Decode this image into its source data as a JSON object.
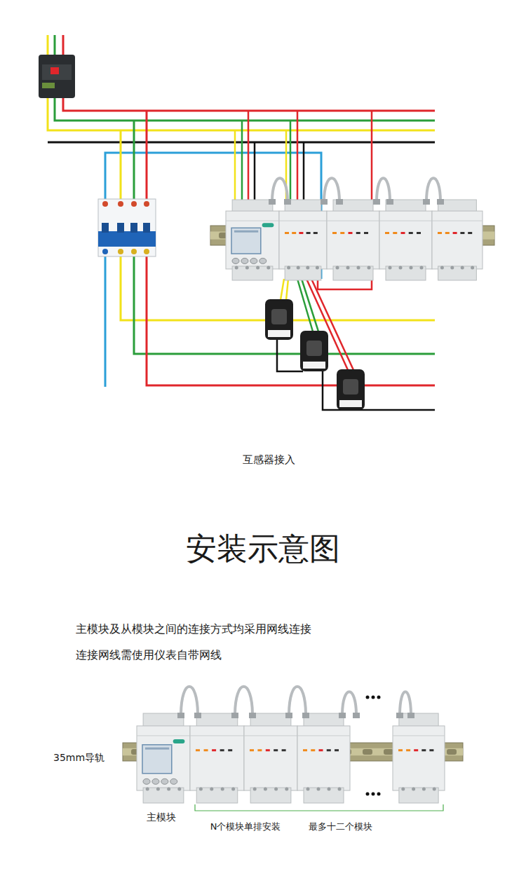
{
  "diagram": {
    "title": "安装示意图",
    "caption": "互感器接入",
    "labels": [
      "主模块及从模块之间的连接方式均采用网线连接",
      "连接网线需使用仪表自带网线",
      "35mm导轨",
      "主模块",
      "N个模块单排安装",
      "最多十二个模块"
    ]
  }
}
